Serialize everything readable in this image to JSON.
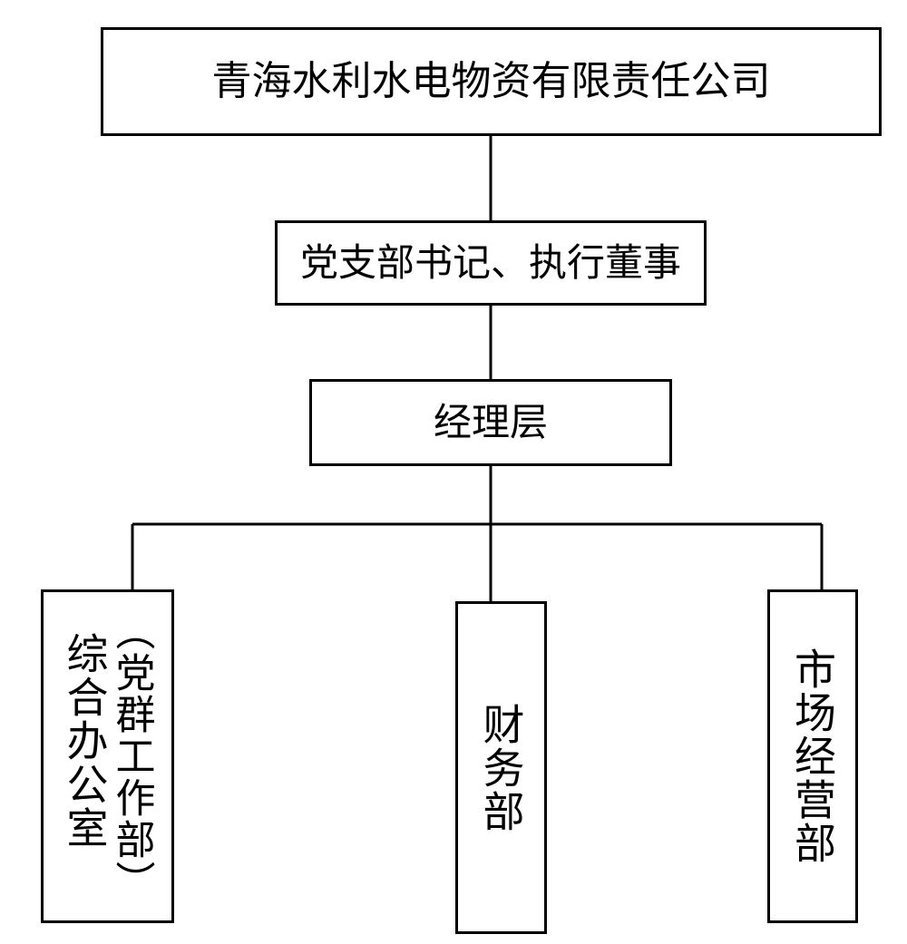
{
  "diagram": {
    "type": "org-chart",
    "nodes": {
      "company": "青海水利水电物资有限责任公司",
      "party_secretary": "党支部书记、执行董事",
      "management": "经理层",
      "general_office": {
        "name": "综合办公室",
        "note": "（党群工作部）"
      },
      "finance": "财务部",
      "market": "市场经营部"
    },
    "edges": [
      [
        "company",
        "party_secretary"
      ],
      [
        "party_secretary",
        "management"
      ],
      [
        "management",
        "general_office"
      ],
      [
        "management",
        "finance"
      ],
      [
        "management",
        "market"
      ]
    ]
  }
}
